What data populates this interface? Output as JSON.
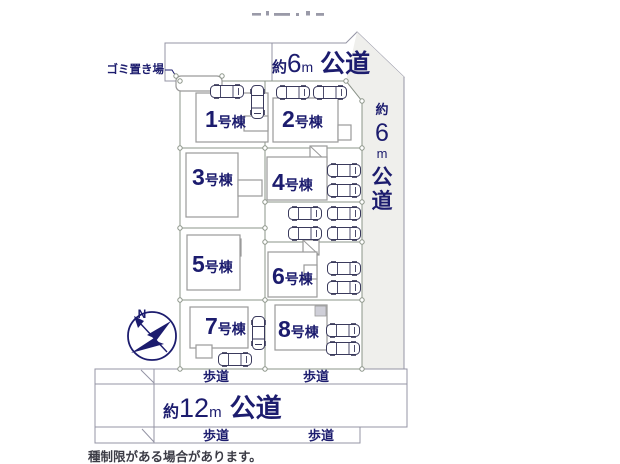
{
  "roads": {
    "top": {
      "approx": "約",
      "width": "6",
      "unit": "m",
      "type": "公道"
    },
    "right": {
      "chars": [
        "約",
        "6",
        "m",
        "公",
        "道"
      ]
    },
    "bottom": {
      "approx": "約",
      "width": "12",
      "unit": "m",
      "type": "公道"
    },
    "sidewalk_label": "歩道"
  },
  "labels": {
    "garbage": "ゴミ置き場"
  },
  "compass": {
    "north": "N"
  },
  "lots": [
    {
      "number": "1",
      "suffix": "号棟"
    },
    {
      "number": "2",
      "suffix": "号棟"
    },
    {
      "number": "3",
      "suffix": "号棟"
    },
    {
      "number": "4",
      "suffix": "号棟"
    },
    {
      "number": "5",
      "suffix": "号棟"
    },
    {
      "number": "6",
      "suffix": "号棟"
    },
    {
      "number": "7",
      "suffix": "号棟"
    },
    {
      "number": "8",
      "suffix": "号棟"
    }
  ],
  "note": {
    "text": "種制限がある場合があります。"
  },
  "colors": {
    "lot_green": "#dcead3",
    "road_gray": "#efefec",
    "text_navy": "#1c1c6e",
    "line_gray": "#8b9488"
  }
}
